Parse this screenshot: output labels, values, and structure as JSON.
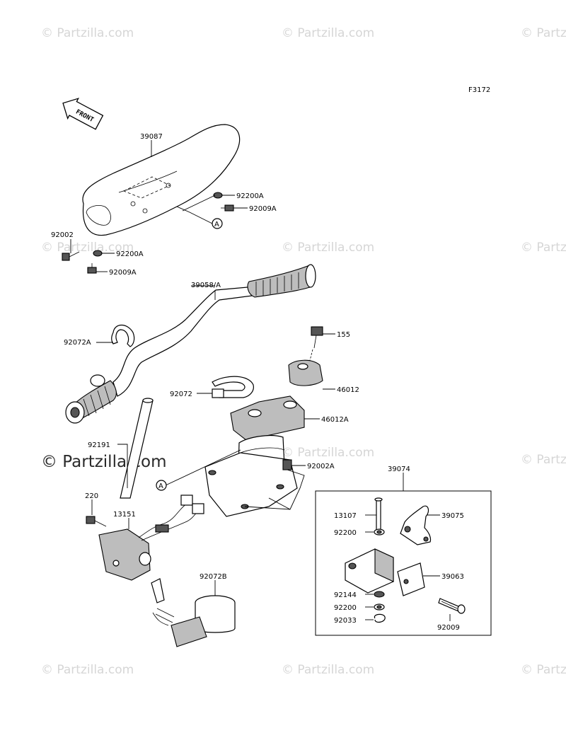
{
  "figure_code": "F3172",
  "front_label": "FRONT",
  "watermark": "© Partzilla.com",
  "watermark_center": "© Partzilla.com",
  "ref_marker": "A",
  "parts": {
    "handle_cover": "39087",
    "nut_a_upper": "92200A",
    "bolt_a_upper": "92009A",
    "bolt_cover": "92002",
    "nut_a_lower": "92200A",
    "bolt_a_lower": "92009A",
    "handlebar": "39058/A",
    "clamp_a": "92072A",
    "bolt_155": "155",
    "holder": "46012",
    "holder_a": "46012A",
    "clamp": "92072",
    "pipe": "92191",
    "bolt_holder": "92002A",
    "screw_220": "220",
    "switch": "13151",
    "clamp_b": "92072B",
    "lever_assy": "39074",
    "pin": "13107",
    "lever": "39075",
    "washer_1": "92200",
    "bracket": "39063",
    "collar": "92144",
    "washer_2": "92200",
    "circlip": "92033",
    "bolt_lever": "92009"
  }
}
